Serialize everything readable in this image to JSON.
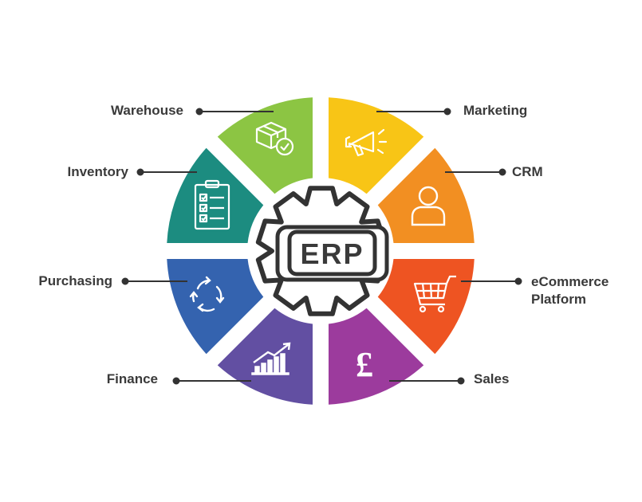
{
  "center": {
    "label": "ERP"
  },
  "segments": [
    {
      "id": "marketing",
      "label": "Marketing",
      "color": "#F8C516",
      "icon": "megaphone-icon"
    },
    {
      "id": "crm",
      "label": "CRM",
      "color": "#F28F22",
      "icon": "user-icon"
    },
    {
      "id": "ecommerce",
      "label": "eCommerce\nPlatform",
      "color": "#EE5422",
      "icon": "shopping-cart-icon"
    },
    {
      "id": "sales",
      "label": "Sales",
      "color": "#9C3B9D",
      "icon": "pound-icon"
    },
    {
      "id": "finance",
      "label": "Finance",
      "color": "#624FA2",
      "icon": "bar-chart-icon"
    },
    {
      "id": "purchasing",
      "label": "Purchasing",
      "color": "#3463AF",
      "icon": "refresh-cycle-icon"
    },
    {
      "id": "inventory",
      "label": "Inventory",
      "color": "#1C8C80",
      "icon": "clipboard-checklist-icon"
    },
    {
      "id": "warehouse",
      "label": "Warehouse",
      "color": "#8CC543",
      "icon": "package-check-icon"
    }
  ]
}
